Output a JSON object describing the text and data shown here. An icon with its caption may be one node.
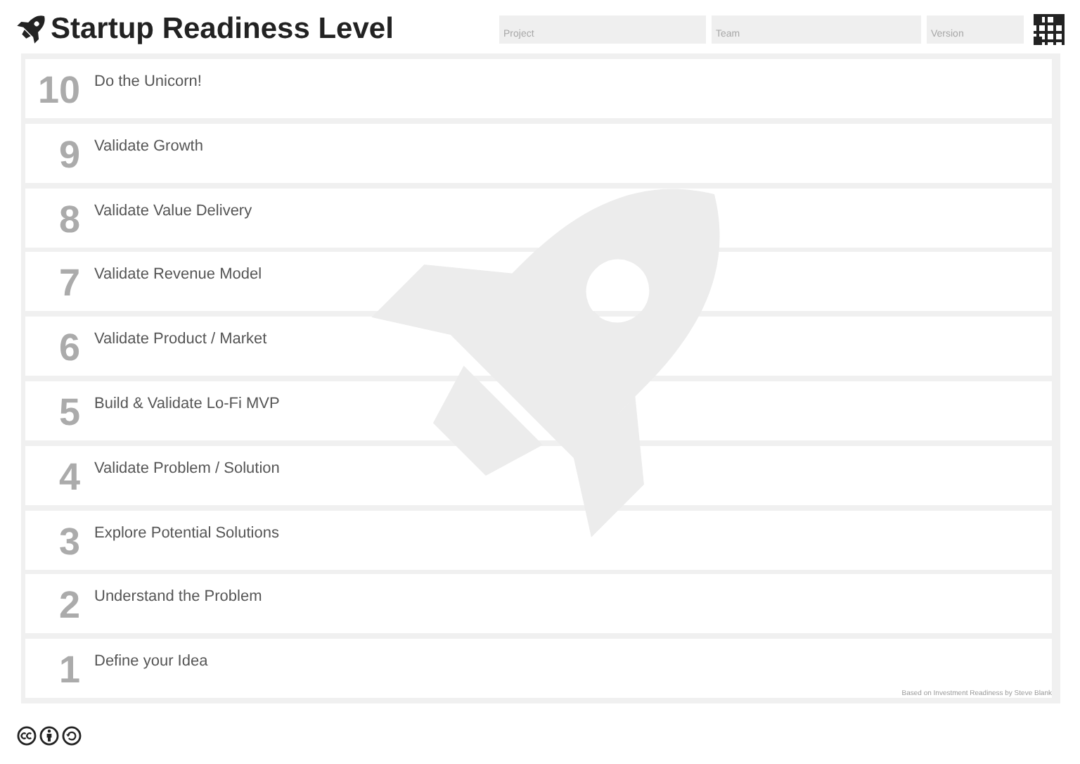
{
  "diagram": {
    "title": "Startup Readiness Level",
    "nodes": [
      {
        "text": [
          "Project"
        ]
      },
      {
        "text": [
          "Team"
        ]
      },
      {
        "text": [
          "Version"
        ]
      },
      {
        "text": [
          "10",
          "Do the Unicorn!"
        ]
      },
      {
        "text": [
          "9",
          "Validate Growth"
        ]
      },
      {
        "text": [
          "8",
          "Validate Value Delivery"
        ]
      },
      {
        "text": [
          "7",
          "Validate Revenue Model"
        ]
      },
      {
        "text": [
          "6",
          "Validate Product / Market"
        ]
      },
      {
        "text": [
          "5",
          "Build & Validate Lo-Fi MVP"
        ]
      },
      {
        "text": [
          "4",
          "Validate Problem / Solution"
        ]
      },
      {
        "text": [
          "3",
          "Explore Potential Solutions"
        ]
      },
      {
        "text": [
          "2",
          "Understand the Problem"
        ]
      },
      {
        "text": [
          "1",
          "Define your Idea"
        ]
      }
    ],
    "labels": [
      "Based on Investment Readiness by Steve Blank"
    ]
  }
}
